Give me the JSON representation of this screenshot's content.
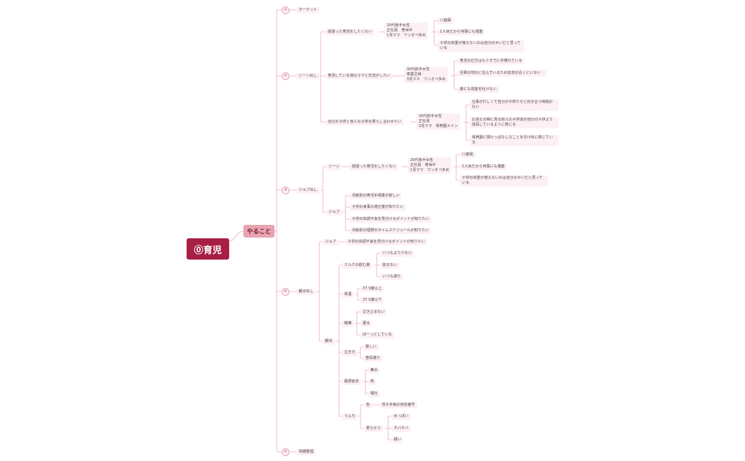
{
  "root": "⓪育児",
  "main": "やること",
  "sec": {
    "s1": {
      "num": "①",
      "label": "ターゲット"
    },
    "s2": {
      "num": "②",
      "label": "シーン出し",
      "a": {
        "label": "間違った育児をしたくない",
        "persona": "20代後半女性\n正社員　育休中\n1児ママ　ワンオペ多め",
        "items": [
          "八叡図",
          "1人目だから何事にも慎重",
          "子供の体重が増えないのは自分のせいだと思っている"
        ]
      },
      "b": {
        "label": "育児している他のママと交流がしたい",
        "persona": "30代前半女性\n専業主婦\n3児ママ　ワンオペ多め",
        "items": [
          "育児の仕方はもうすでに手慣れている",
          "旦那の地元に住んでいるため友達が近くにいない",
          "誰にも弱音を吐けない"
        ]
      },
      "c": {
        "label": "自分の子供と他人の子供を照らし合わせたい",
        "persona": "30代前半女性\n正社員\n2児ママ　保育園メイン",
        "items": [
          "仕事が忙しくて自分が子供たちと向き合う時間がない",
          "お迎えの時に見る他人の子供達が自分の子供より成長しているように感じる",
          "保育園に預けっぱなしなことを引け目に感じている"
        ]
      }
    },
    "s3": {
      "num": "③",
      "label": "ジョブ出し",
      "scene": "シーン",
      "a": {
        "label": "間違った育児をしたくない",
        "persona": "20代後半女性\n正社員　育休中\n1児ママ　ワンオペ多め",
        "items": [
          "八叡図",
          "1人目だから何事にも慎重",
          "子供の体重が増えないのは自分のせいだと思っている"
        ]
      },
      "job": "ジョブ",
      "jobs": [
        "月齢別の育児手順書が欲しい",
        "子供の食事の適正量が知りたい",
        "子供の体調不良を見分けるポイントが知りたい",
        "月齢別の理想のタイムスケジュールが知りたい"
      ]
    },
    "s4": {
      "num": "④",
      "label": "観点出し",
      "job": "ジョブ",
      "job_item": "子供の体調不良を見分けるポイントが知りたい",
      "kanten": "観点",
      "milk": {
        "label": "ミルクの飲む量",
        "items": [
          "いつもより少ない",
          "飲まない",
          "いつも通り"
        ]
      },
      "temp": {
        "label": "体温",
        "items": [
          "37.5度以上",
          "37.5度以下"
        ]
      },
      "kigen": {
        "label": "機嫌",
        "items": [
          "泣き止まない",
          "寝る",
          "ぼーっとしている"
        ]
      },
      "naki": {
        "label": "泣き方",
        "items": [
          "激しい",
          "普段通り"
        ]
      },
      "kaze": {
        "label": "風邪症状",
        "items": [
          "鼻水",
          "咳",
          "嘔吐"
        ]
      },
      "unchi": {
        "label": "うんち",
        "color": "色",
        "color_item": "母子手帳の色別番号",
        "soft": "柔らかさ",
        "soft_items": [
          "水っぽい",
          "ネバネバ",
          "硬い"
        ]
      }
    },
    "s5": {
      "num": "⑤",
      "label": "情報整理"
    }
  },
  "colors": {
    "root": "#a81f45",
    "main": "#e8a4b2",
    "line": "#ecaab8",
    "node": "#fdf0f3"
  }
}
